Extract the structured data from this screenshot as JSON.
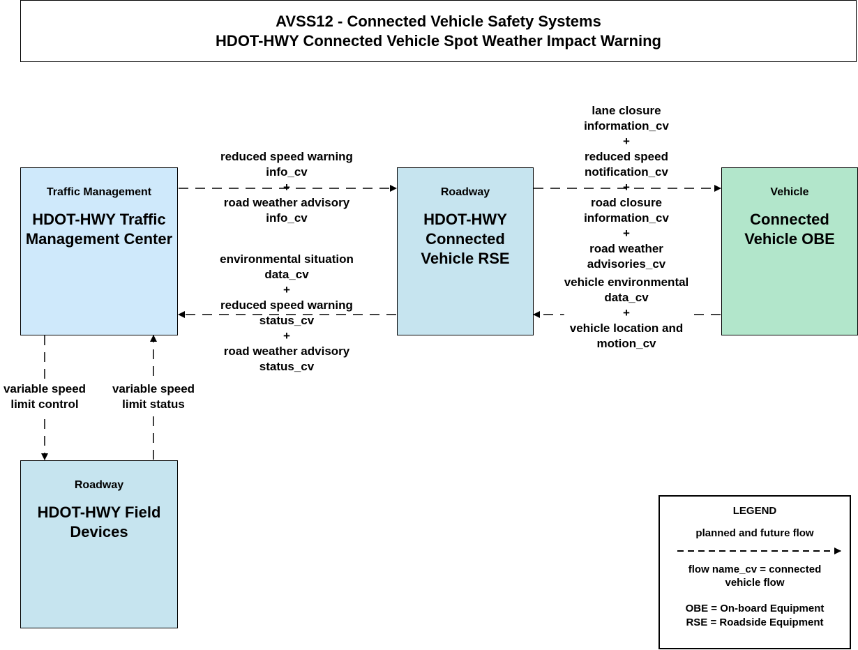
{
  "title": {
    "line1": "AVSS12 - Connected Vehicle Safety Systems",
    "line2": "HDOT-HWY Connected Vehicle Spot Weather Impact Warning"
  },
  "nodes": {
    "tmc": {
      "category": "Traffic Management",
      "name": "HDOT-HWY Traffic Management Center",
      "fill": "#cfe9fb"
    },
    "rse": {
      "category": "Roadway",
      "name": "HDOT-HWY Connected Vehicle RSE",
      "fill": "#c6e4ef"
    },
    "obe": {
      "category": "Vehicle",
      "name": "Connected Vehicle OBE",
      "fill": "#b2e6cb"
    },
    "field": {
      "category": "Roadway",
      "name": "HDOT-HWY Field Devices",
      "fill": "#c6e4ef"
    }
  },
  "flows": {
    "tmc_to_rse": [
      "reduced speed warning",
      "info_cv",
      "+",
      "road weather advisory",
      "info_cv"
    ],
    "rse_to_tmc": [
      "environmental situation",
      "data_cv",
      "+",
      "reduced speed warning",
      "status_cv",
      "+",
      "road weather advisory",
      "status_cv"
    ],
    "rse_to_obe": [
      "lane closure",
      "information_cv",
      "+",
      "reduced speed",
      "notification_cv",
      "+",
      "road closure",
      "information_cv",
      "+",
      "road weather",
      "advisories_cv"
    ],
    "obe_to_rse": [
      "vehicle environmental",
      "data_cv",
      "+",
      "vehicle location and",
      "motion_cv"
    ],
    "tmc_to_field": [
      "variable speed",
      "limit control"
    ],
    "field_to_tmc": [
      "variable speed",
      "limit status"
    ]
  },
  "legend": {
    "title": "LEGEND",
    "flow_type": "planned and future flow",
    "cv_note": "flow name_cv = connected vehicle flow",
    "obe_def": "OBE = On-board Equipment",
    "rse_def": "RSE = Roadside Equipment"
  }
}
